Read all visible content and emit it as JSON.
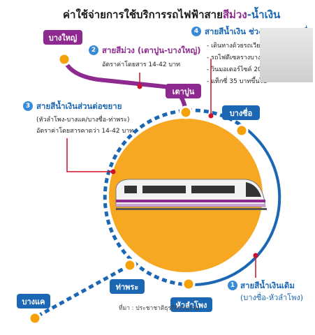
{
  "title": {
    "prefix": "ค่าใช้จ่ายการใช้บริการรถไฟฟ้าสาย",
    "purple_word": "สีม่วง",
    "dash": "-",
    "blue_word": "น้ำเงิน"
  },
  "sections": [
    {
      "number": "1",
      "heading": "สายสีน้ำเงินเดิม",
      "sub": "(บางซื่อ-หัวลำโพง)"
    },
    {
      "number": "2",
      "heading": "สายสีม่วง (เตาปูน-บางใหญ่)",
      "lines": [
        "อัตราค่าโดยสาร 14-42 บาท"
      ]
    },
    {
      "number": "3",
      "heading": "สายสีน้ำเงินส่วนต่อขยาย",
      "lines": [
        "(หัวลำโพง-บางแค/บางซื่อ-ท่าพระ)",
        "อัตราค่าโดยสารคาดว่า 14-42 บาท"
      ]
    },
    {
      "number": "4",
      "heading": "สายสีน้ำเงิน ช่วงเตาปูน-บางซื่อ",
      "lines": [
        "- เดินทางด้วยรถเวียน (Shutter bus)",
        "- รถไฟดีเซลรางบางซ่อน-บางซื่อ",
        "- วินมอเตอร์ไซค์ 20-25 บาท",
        "- แท็กซี่ 35 บาทขึ้นไป"
      ]
    }
  ],
  "stations": {
    "bang_yai": "บางใหญ่",
    "tao_poon": "เตาปูน",
    "bang_sue": "บางซื่อ",
    "tha_phra": "ท่าพระ",
    "hua_lamphong": "หัวลำโพง",
    "bang_khae": "บางแค"
  },
  "source": "ที่มา : ประชาชาติธุรกิจรวบรวม",
  "colors": {
    "purple_line": "#8e2a8f",
    "blue_line": "#1c67b3",
    "orange_circle": "#f7a823",
    "station_dot": "#f5a20a",
    "accent_red": "#d0112b"
  },
  "icons": [
    "train-icon",
    "photo-thumbnail"
  ]
}
